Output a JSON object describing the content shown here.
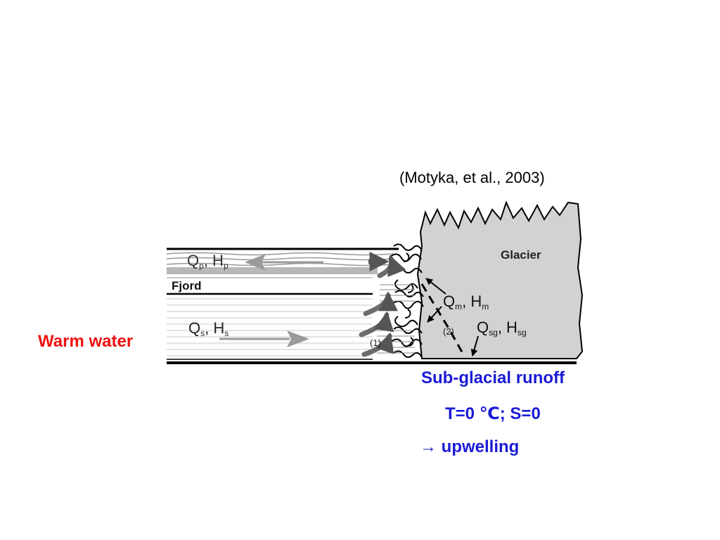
{
  "citation": "(Motyka, et al., 2003)",
  "diagram": {
    "glacier_label": "Glacier",
    "fjord_label": "Fjord",
    "flux_plume": {
      "q": "Q",
      "q_sub": "p",
      "h": "H",
      "h_sub": "p"
    },
    "flux_melt": {
      "q": "Q",
      "q_sub": "m",
      "h": "H",
      "h_sub": "m"
    },
    "flux_subglacial": {
      "q": "Q",
      "q_sub": "sg",
      "h": "H",
      "h_sub": "sg"
    },
    "flux_sea": {
      "q": "Q",
      "q_sub": "s",
      "h": "H",
      "h_sub": "s"
    },
    "marker_1": "(1)",
    "marker_2": "(2)"
  },
  "annotations": {
    "warm_water": "Warm water",
    "subglacial_runoff": "Sub-glacial runoff",
    "temperature_salinity": "T=0 ℃; S=0",
    "upwelling": "→ upwelling"
  },
  "colors": {
    "warm_water": "#ee1111",
    "blue_text": "#1a1ad6",
    "glacier_fill": "#d2d2d2",
    "arrow_gray": "#9a9a9a"
  }
}
